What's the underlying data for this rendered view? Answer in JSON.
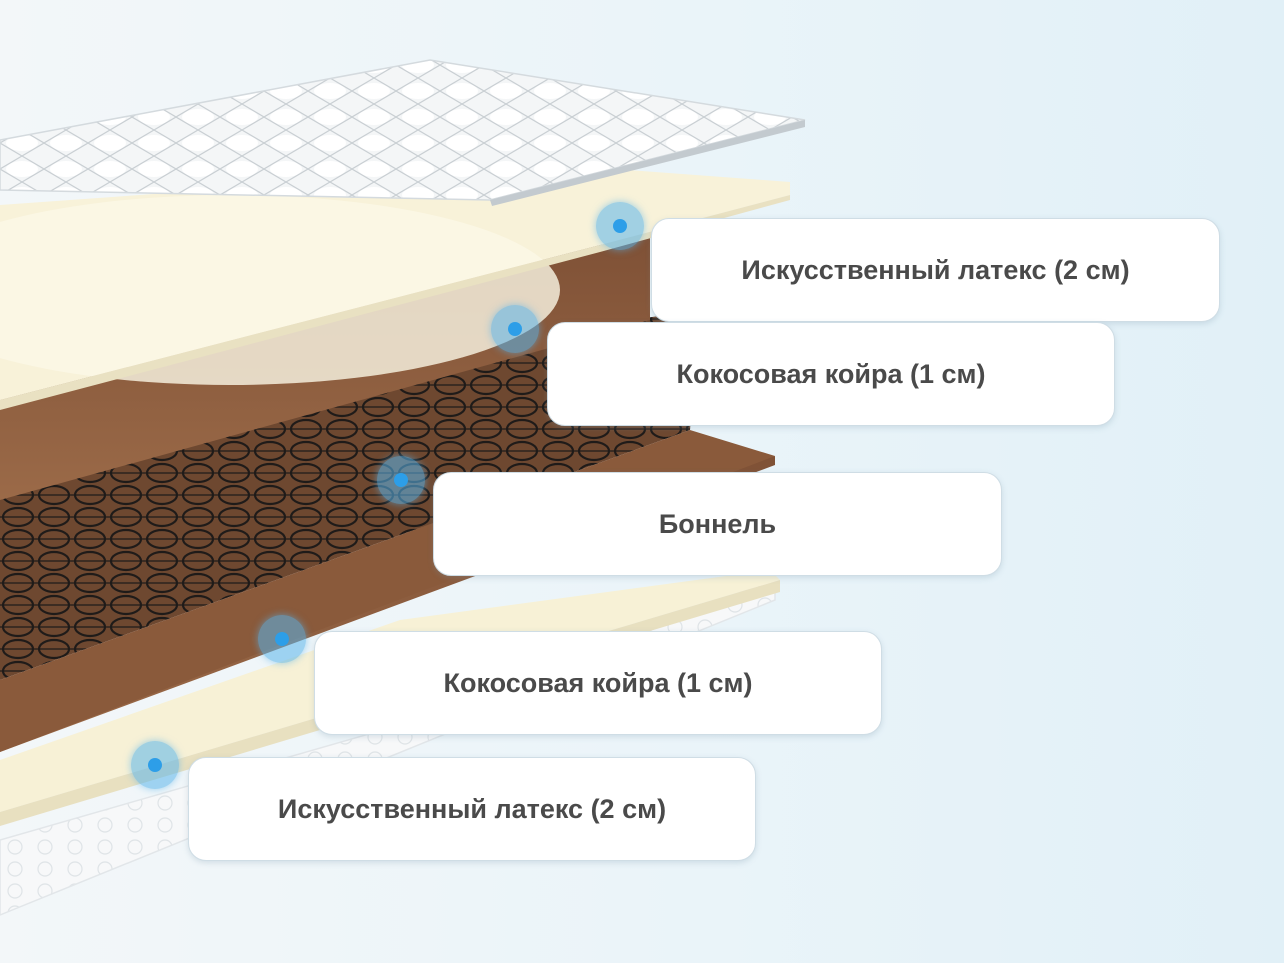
{
  "layers": [
    {
      "label": "Искусственный латекс (2 см)",
      "kind": "latex"
    },
    {
      "label": "Кокосовая койра (1 см)",
      "kind": "coir"
    },
    {
      "label": "Боннель",
      "kind": "springs"
    },
    {
      "label": "Кокосовая койра (1 см)",
      "kind": "coir"
    },
    {
      "label": "Искусственный латекс (2 см)",
      "kind": "latex"
    }
  ],
  "colors": {
    "latex": "#f7f1d6",
    "coir": "#8b5a3a",
    "springs": "#2e2a28",
    "quilted_cover": "#ffffff",
    "marker": "#2d9ee8",
    "label_text": "#4a4a4a"
  }
}
